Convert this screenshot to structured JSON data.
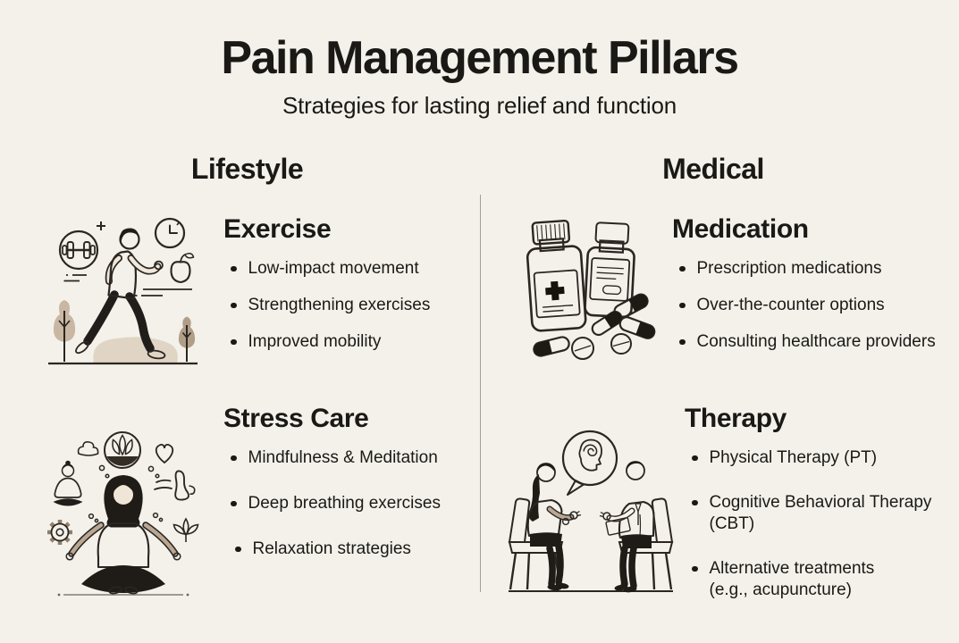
{
  "page": {
    "title": "Pain Management Pillars",
    "subtitle": "Strategies for lasting relief and function"
  },
  "columns": [
    {
      "label": "Lifestyle",
      "sections": [
        {
          "heading": "Exercise",
          "illustration": "person-jogging-with-dumbbell-clock-apple-trees",
          "bullets": [
            "Low-impact movement",
            "Strengthening exercises",
            "Improved mobility"
          ]
        },
        {
          "heading": "Stress Care",
          "illustration": "woman-meditating-with-lotus-heart-breath-gear-leaf",
          "bullets": [
            "Mindfulness & Meditation",
            "Deep breathing exercises",
            "Relaxation strategies"
          ]
        }
      ]
    },
    {
      "label": "Medical",
      "sections": [
        {
          "heading": "Medication",
          "illustration": "pill-bottles-capsules-tablets",
          "bullets": [
            "Prescription medications",
            "Over-the-counter options",
            "Consulting healthcare providers"
          ]
        },
        {
          "heading": "Therapy",
          "illustration": "patient-and-therapist-talking-speech-bubble-mind",
          "bullets": [
            "Physical Therapy (PT)",
            "Cognitive Behavioral Therapy\n(CBT)",
            "Alternative treatments\n(e.g., acupuncture)"
          ]
        }
      ]
    }
  ],
  "colors": {
    "background": "#f3f1ea",
    "text": "#1b1916",
    "tan_accent": "#c0ae9b",
    "dark_accent": "#211d1a",
    "skin_tone": "#efe6d7",
    "divider": "#a19e97"
  }
}
